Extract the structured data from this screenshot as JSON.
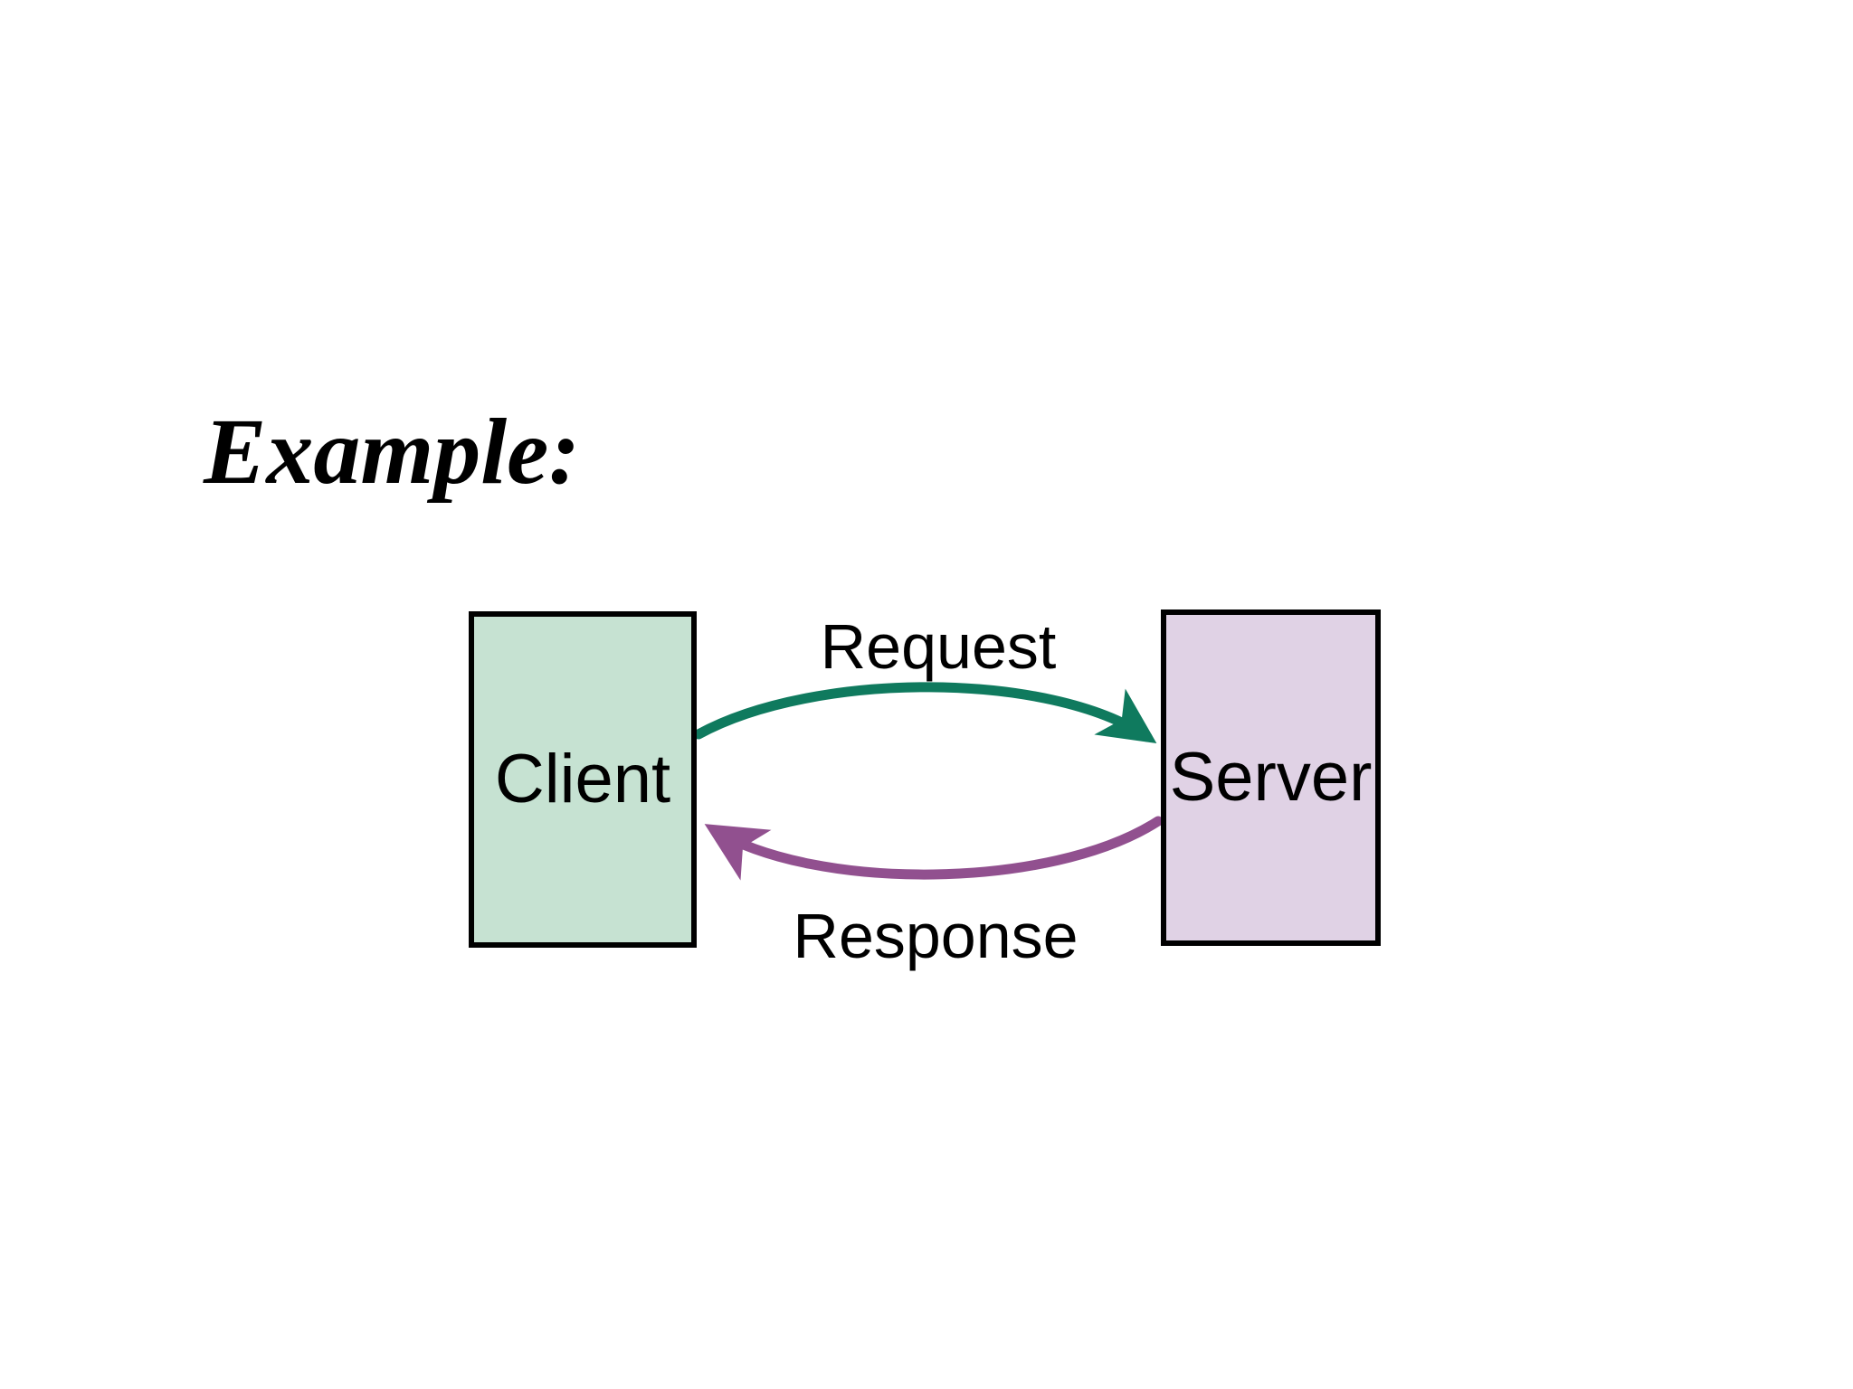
{
  "slide": {
    "title": "Example:",
    "background_color": "#ffffff"
  },
  "diagram": {
    "type": "flow",
    "description": "Client-Server request/response interaction diagram",
    "nodes": [
      {
        "id": "client",
        "label": "Client",
        "fill_color": "#c6e2d2",
        "border_color": "#000000",
        "text_color": "#000000"
      },
      {
        "id": "server",
        "label": "Server",
        "fill_color": "#e0d2e5",
        "border_color": "#000000",
        "text_color": "#000000"
      }
    ],
    "edges": [
      {
        "id": "request",
        "label": "Request",
        "from": "client",
        "to": "server",
        "color": "#0f7a5e",
        "direction": "left-to-right",
        "curve": "arc-up"
      },
      {
        "id": "response",
        "label": "Response",
        "from": "server",
        "to": "client",
        "color": "#91508f",
        "direction": "right-to-left",
        "curve": "arc-down"
      }
    ]
  }
}
